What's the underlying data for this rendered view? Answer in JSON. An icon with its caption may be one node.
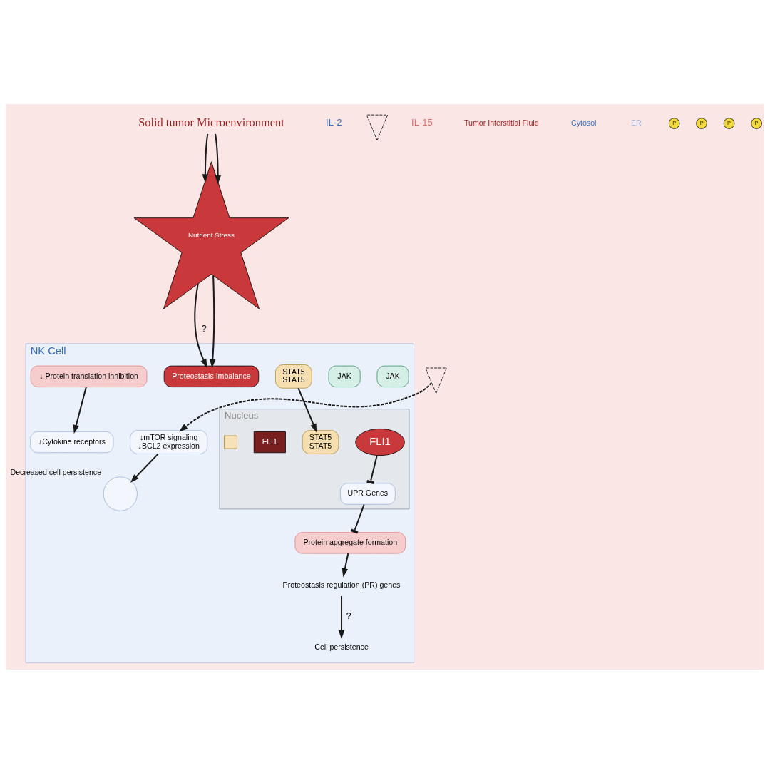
{
  "diagram": {
    "nodes": [
      {
        "text": [
          "Solid tumor Microenvironment"
        ]
      },
      {
        "text": [
          "Nutrient Stress"
        ]
      },
      {
        "text": [
          "IL-2"
        ]
      },
      {
        "text": [],
        "shape": "receptor"
      },
      {
        "text": [
          "IL-15"
        ]
      },
      {
        "text": [],
        "shape": "receptor"
      },
      {
        "text": [
          "NK Cell"
        ]
      },
      {
        "text": [
          "JAK"
        ],
        "in": 6
      },
      {
        "text": [
          "JAK"
        ],
        "in": 6
      },
      {
        "text": [
          "STAT5",
          "STAT5"
        ],
        "in": 6
      },
      {
        "text": [
          "↓Cytokine receptors"
        ],
        "in": 6
      },
      {
        "text": [
          "Proteostasis Imbalance"
        ],
        "in": 6
      },
      {
        "text": [
          "Protein aggregate formation"
        ],
        "in": 6
      },
      {
        "text": [
          "↓ Protein translation inhibition"
        ],
        "in": 6
      },
      {
        "text": [
          "↓mTOR signaling",
          "↓BCL2 expression"
        ],
        "in": 6
      },
      {
        "text": [
          "Proteostasis regulation (PR) genes"
        ],
        "in": 6
      },
      {
        "text": [
          "Cell persistence"
        ],
        "in": 6
      },
      {
        "text": [],
        "shape": "circle",
        "beside": [
          "Decreased cell persistence"
        ],
        "in": 6
      },
      {
        "text": [
          "Nucleus"
        ],
        "in": 6
      },
      {
        "text": [
          "UPR Genes"
        ],
        "in": 18
      },
      {
        "text": [
          "FLI1"
        ],
        "in": 18
      },
      {
        "text": [
          "STAT5",
          "STAT5"
        ],
        "in": 18
      },
      {
        "text": [
          "FLI1"
        ],
        "in": 18
      },
      {
        "text": [],
        "shape": "box",
        "in": 18
      }
    ],
    "edges": [
      {
        "from": 0,
        "to": 1,
        "arrow": "to"
      },
      {
        "from": 0,
        "to": 1,
        "arrow": "to"
      },
      {
        "from": 1,
        "to": 11,
        "arrow": "to",
        "label": "?"
      },
      {
        "from": 1,
        "to": 11,
        "arrow": "to"
      },
      {
        "from": 12,
        "to": 15,
        "arrow": "to"
      },
      {
        "from": 15,
        "to": 16,
        "arrow": "to",
        "label": "?"
      },
      {
        "from": 13,
        "to": 10,
        "arrow": "to"
      },
      {
        "from": 9,
        "to": 21,
        "arrow": "to"
      },
      {
        "from": 19,
        "to": 12,
        "arrow": "other"
      },
      {
        "from": 20,
        "to": 19,
        "arrow": "other"
      },
      {
        "from": 5,
        "to": 14,
        "arrow": "to",
        "style": "dashed"
      },
      {
        "from": 14,
        "to": 17,
        "arrow": "to"
      }
    ],
    "labels": [
      "Tumor Interstitial Fluid",
      "Cytosol",
      "ER",
      "P",
      "P",
      "P",
      "P"
    ]
  }
}
